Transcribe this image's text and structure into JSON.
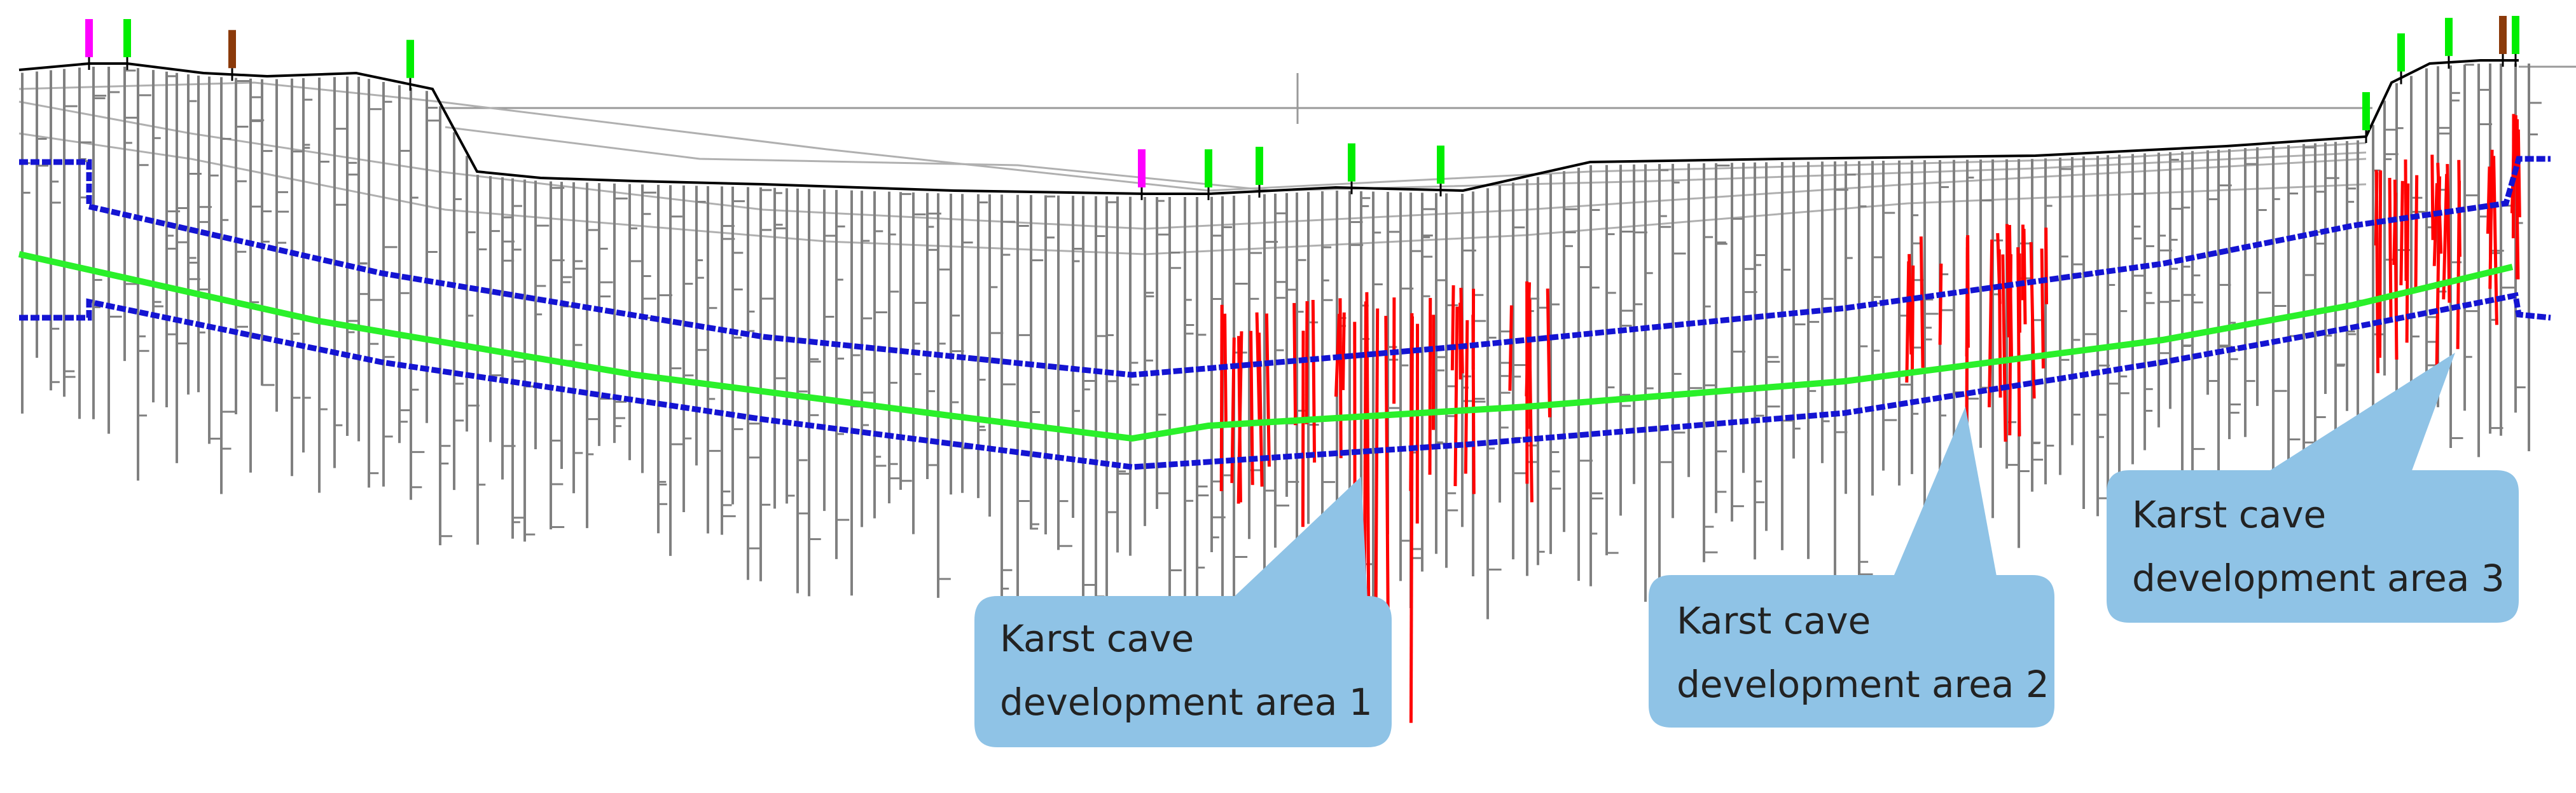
{
  "colors": {
    "background": "#ffffff",
    "boreholes": "#808080",
    "ground_surface": "#000000",
    "tunnel_boundary": "#1414d2",
    "tunnel_axis": "#2af02a",
    "karst_caves": "#ff0000",
    "marker_magenta": "#ff00ff",
    "marker_green": "#00ee00",
    "marker_brown": "#8b3a0a",
    "callout_fill": "#8fc3e6"
  },
  "line_names": [
    "ground-surface",
    "tunnel-top",
    "tunnel-axis",
    "tunnel-bottom"
  ],
  "callouts": [
    {
      "line1": "Karst cave",
      "line2": "development area 1"
    },
    {
      "line1": "Karst cave",
      "line2": "development area 2"
    },
    {
      "line1": "Karst cave",
      "line2": "development area 3"
    }
  ]
}
